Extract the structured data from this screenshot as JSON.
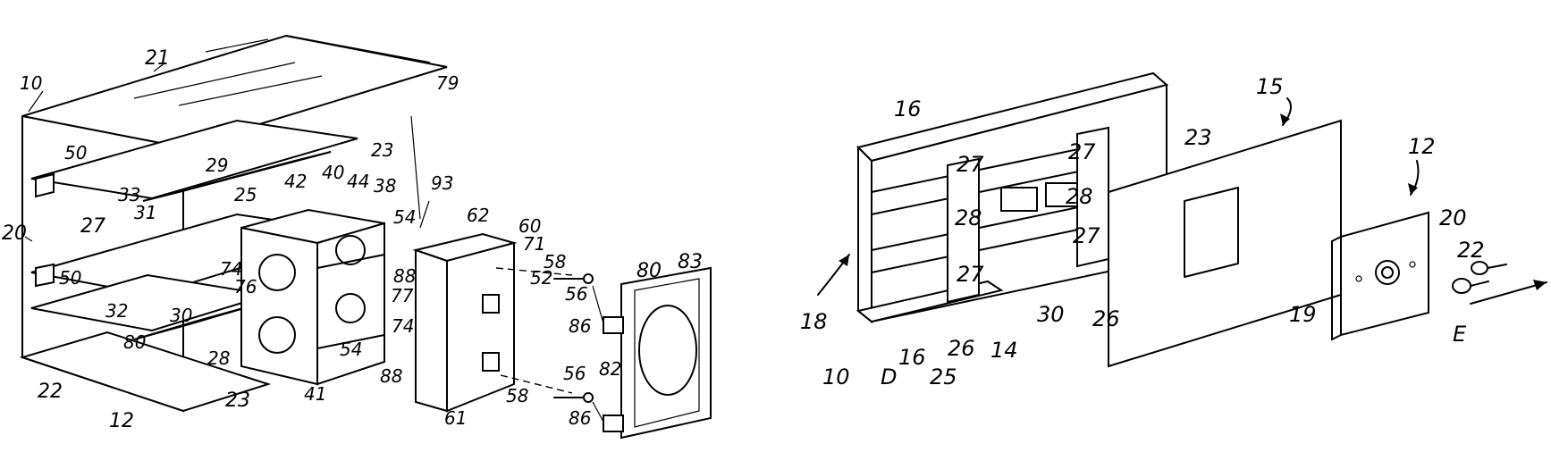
{
  "figures": [
    {
      "name": "left-figure",
      "labels": [
        {
          "id": "l10",
          "text": "10"
        },
        {
          "id": "l21",
          "text": "21"
        },
        {
          "id": "l79",
          "text": "79"
        },
        {
          "id": "l23a",
          "text": "23"
        },
        {
          "id": "l50a",
          "text": "50"
        },
        {
          "id": "l29",
          "text": "29"
        },
        {
          "id": "l33",
          "text": "33"
        },
        {
          "id": "l31",
          "text": "31"
        },
        {
          "id": "l25",
          "text": "25"
        },
        {
          "id": "l42",
          "text": "42"
        },
        {
          "id": "l40",
          "text": "40"
        },
        {
          "id": "l44",
          "text": "44"
        },
        {
          "id": "l38",
          "text": "38"
        },
        {
          "id": "l93",
          "text": "93"
        },
        {
          "id": "l20",
          "text": "20"
        },
        {
          "id": "l27",
          "text": "27"
        },
        {
          "id": "l54a",
          "text": "54"
        },
        {
          "id": "l62",
          "text": "62"
        },
        {
          "id": "l60",
          "text": "60"
        },
        {
          "id": "l71",
          "text": "71"
        },
        {
          "id": "l58a",
          "text": "58"
        },
        {
          "id": "l74a",
          "text": "74"
        },
        {
          "id": "l50b",
          "text": "50"
        },
        {
          "id": "l76",
          "text": "76"
        },
        {
          "id": "l88a",
          "text": "88"
        },
        {
          "id": "l77",
          "text": "77"
        },
        {
          "id": "l52",
          "text": "52"
        },
        {
          "id": "l56a",
          "text": "56"
        },
        {
          "id": "l80a",
          "text": "80"
        },
        {
          "id": "l83",
          "text": "83"
        },
        {
          "id": "l32",
          "text": "32"
        },
        {
          "id": "l30",
          "text": "30"
        },
        {
          "id": "l74b",
          "text": "74"
        },
        {
          "id": "l86a",
          "text": "86"
        },
        {
          "id": "l28",
          "text": "28"
        },
        {
          "id": "l80b",
          "text": "80"
        },
        {
          "id": "l82",
          "text": "82"
        },
        {
          "id": "l54b",
          "text": "54"
        },
        {
          "id": "l56b",
          "text": "56"
        },
        {
          "id": "l88b",
          "text": "88"
        },
        {
          "id": "l58b",
          "text": "58"
        },
        {
          "id": "l22",
          "text": "22"
        },
        {
          "id": "l23b",
          "text": "23"
        },
        {
          "id": "l41",
          "text": "41"
        },
        {
          "id": "l61",
          "text": "61"
        },
        {
          "id": "l86b",
          "text": "86"
        },
        {
          "id": "l12",
          "text": "12"
        }
      ]
    },
    {
      "name": "right-figure",
      "labels": [
        {
          "id": "r16a",
          "text": "16"
        },
        {
          "id": "r15",
          "text": "15"
        },
        {
          "id": "r23",
          "text": "23"
        },
        {
          "id": "r12",
          "text": "12"
        },
        {
          "id": "r27a",
          "text": "27"
        },
        {
          "id": "r27b",
          "text": "27"
        },
        {
          "id": "r28a",
          "text": "28"
        },
        {
          "id": "r28b",
          "text": "28"
        },
        {
          "id": "r20",
          "text": "20"
        },
        {
          "id": "r27c",
          "text": "27"
        },
        {
          "id": "r27d",
          "text": "27"
        },
        {
          "id": "r22",
          "text": "22"
        },
        {
          "id": "r18",
          "text": "18"
        },
        {
          "id": "r30",
          "text": "30"
        },
        {
          "id": "r26a",
          "text": "26"
        },
        {
          "id": "r19",
          "text": "19"
        },
        {
          "id": "r16b",
          "text": "16"
        },
        {
          "id": "r26b",
          "text": "26"
        },
        {
          "id": "r14",
          "text": "14"
        },
        {
          "id": "r10",
          "text": "10"
        },
        {
          "id": "rD",
          "text": "D"
        },
        {
          "id": "r25",
          "text": "25"
        },
        {
          "id": "rE",
          "text": "E"
        }
      ]
    }
  ]
}
